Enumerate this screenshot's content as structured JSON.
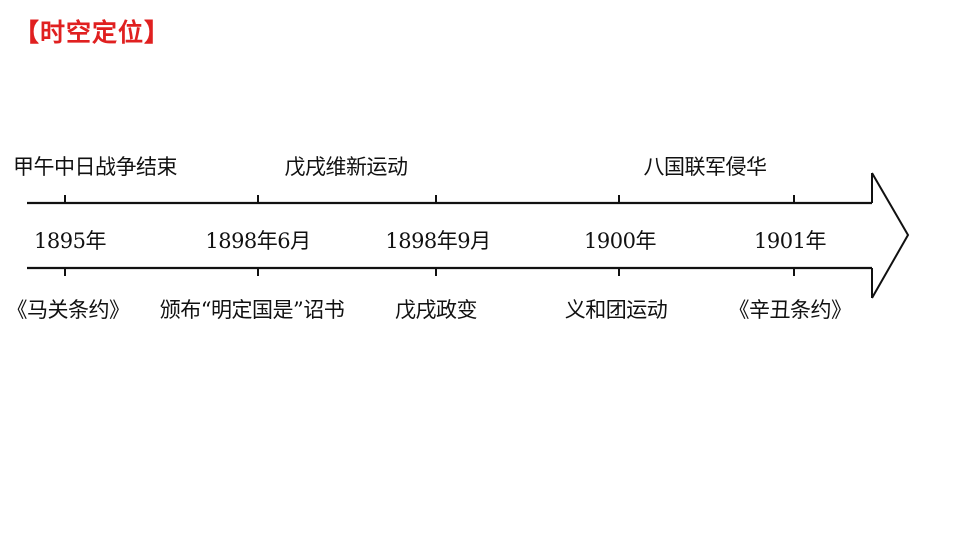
{
  "title": "【时空定位】",
  "timeline": {
    "top_events": [
      {
        "text": "甲午中日战争结束"
      },
      {
        "text": "戊戌维新运动"
      },
      {
        "text": "八国联军侵华"
      }
    ],
    "ticks": [
      {
        "year": "1895年",
        "event": "《马关条约》"
      },
      {
        "year": "1898年6月",
        "event": "颁布“明定国是”诏书"
      },
      {
        "year": "1898年9月",
        "event": "戊戌政变"
      },
      {
        "year": "1900年",
        "event": "义和团运动"
      },
      {
        "year": "1901年",
        "event": "《辛丑条约》"
      }
    ]
  }
}
